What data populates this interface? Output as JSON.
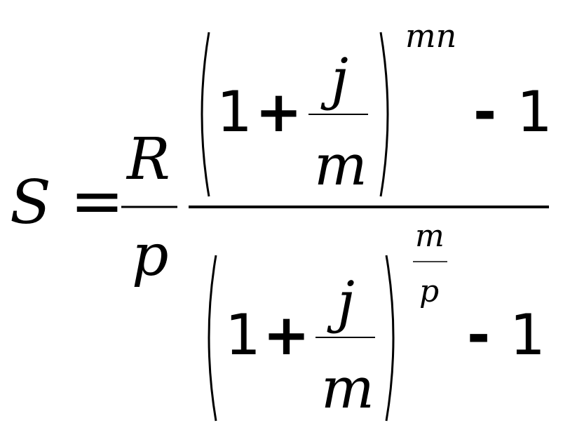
{
  "formula": {
    "lhs": "S",
    "equals": "=",
    "factor": {
      "numerator": "R",
      "denominator": "p"
    },
    "numerator": {
      "one": "1",
      "plus": "+",
      "frac_top": "j",
      "frac_bottom": "m",
      "exponent": "mn",
      "minus": "-",
      "minus_one": "1"
    },
    "denominator": {
      "one": "1",
      "plus": "+",
      "frac_top": "j",
      "frac_bottom": "m",
      "exponent_top": "m",
      "exponent_bottom": "p",
      "minus": "-",
      "minus_one": "1"
    },
    "colors": {
      "ink": "#000000",
      "background": "#ffffff"
    }
  }
}
